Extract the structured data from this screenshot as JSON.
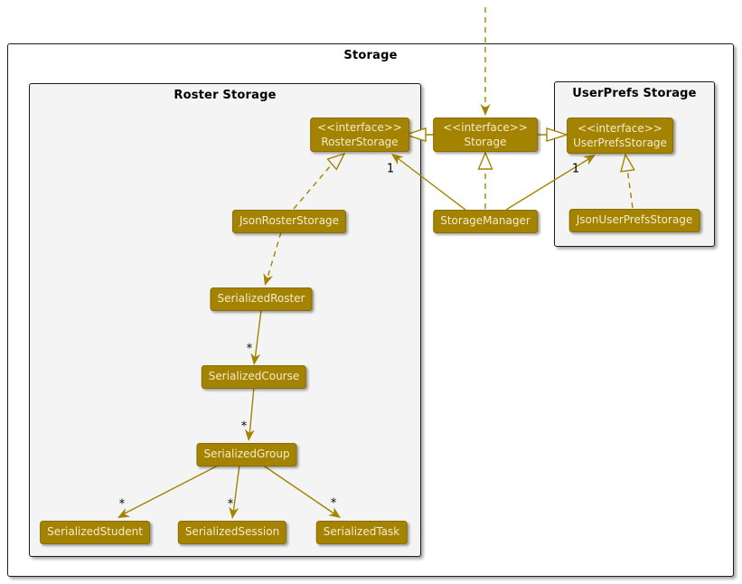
{
  "frames": {
    "outer": {
      "title": "Storage"
    },
    "roster": {
      "title": "Roster Storage"
    },
    "userprefs": {
      "title": "UserPrefs Storage"
    }
  },
  "nodes": {
    "roster_storage": {
      "stereotype": "<<interface>>",
      "name": "RosterStorage"
    },
    "storage": {
      "stereotype": "<<interface>>",
      "name": "Storage"
    },
    "userprefs_storage": {
      "stereotype": "<<interface>>",
      "name": "UserPrefsStorage"
    },
    "json_roster_storage": {
      "name": "JsonRosterStorage"
    },
    "storage_manager": {
      "name": "StorageManager"
    },
    "json_userprefs_storage": {
      "name": "JsonUserPrefsStorage"
    },
    "serialized_roster": {
      "name": "SerializedRoster"
    },
    "serialized_course": {
      "name": "SerializedCourse"
    },
    "serialized_group": {
      "name": "SerializedGroup"
    },
    "serialized_student": {
      "name": "SerializedStudent"
    },
    "serialized_session": {
      "name": "SerializedSession"
    },
    "serialized_task": {
      "name": "SerializedTask"
    }
  },
  "multiplicities": {
    "storagemanager_rosterstorage": "1",
    "storagemanager_userprefsstorage": "1",
    "roster_course": "*",
    "course_group": "*",
    "group_student": "*",
    "group_session": "*",
    "group_task": "*"
  },
  "edges": [
    {
      "from": "offscreen-top",
      "to": "Storage",
      "type": "dashed-dependency"
    },
    {
      "from": "Storage",
      "to": "RosterStorage",
      "type": "extends"
    },
    {
      "from": "Storage",
      "to": "UserPrefsStorage",
      "type": "extends"
    },
    {
      "from": "StorageManager",
      "to": "Storage",
      "type": "implements"
    },
    {
      "from": "StorageManager",
      "to": "RosterStorage",
      "type": "association",
      "multiplicity": "1"
    },
    {
      "from": "StorageManager",
      "to": "UserPrefsStorage",
      "type": "association",
      "multiplicity": "1"
    },
    {
      "from": "JsonRosterStorage",
      "to": "RosterStorage",
      "type": "implements"
    },
    {
      "from": "JsonUserPrefsStorage",
      "to": "UserPrefsStorage",
      "type": "implements"
    },
    {
      "from": "JsonRosterStorage",
      "to": "SerializedRoster",
      "type": "dashed-dependency"
    },
    {
      "from": "SerializedRoster",
      "to": "SerializedCourse",
      "type": "association",
      "multiplicity": "*"
    },
    {
      "from": "SerializedCourse",
      "to": "SerializedGroup",
      "type": "association",
      "multiplicity": "*"
    },
    {
      "from": "SerializedGroup",
      "to": "SerializedStudent",
      "type": "association",
      "multiplicity": "*"
    },
    {
      "from": "SerializedGroup",
      "to": "SerializedSession",
      "type": "association",
      "multiplicity": "*"
    },
    {
      "from": "SerializedGroup",
      "to": "SerializedTask",
      "type": "association",
      "multiplicity": "*"
    }
  ],
  "colors": {
    "node_fill": "#A38300",
    "node_border": "#8A6D00",
    "node_text": "#F5EBCE",
    "line": "#A38300",
    "frame_fill": "#F4F4F4"
  }
}
